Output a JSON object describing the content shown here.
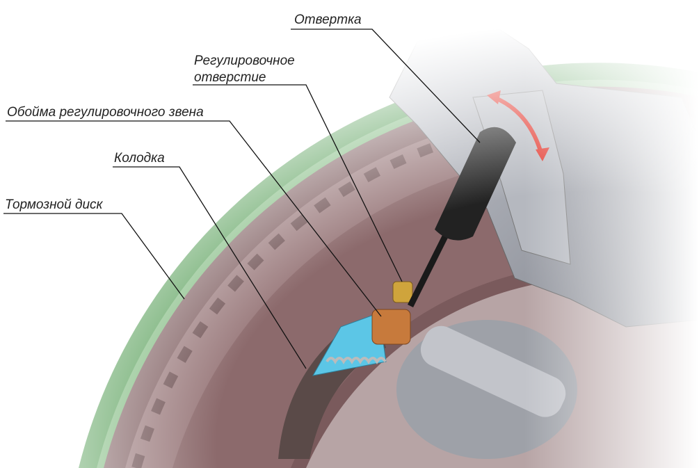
{
  "labels": {
    "screwdriver": "Отвертка",
    "adjust_hole_line1": "Регулировочное",
    "adjust_hole_line2": "отверстие",
    "adjuster_housing": "Обойма регулировочного звена",
    "brake_shoe": "Колодка",
    "brake_disc": "Тормозной диск"
  },
  "colors": {
    "green_shield": "#4f9a50",
    "disc": "#8c6a6c",
    "caliper": "#a7aab2",
    "shoe": "#5cc6e6",
    "adjuster": "#c77a3c",
    "arrow": "#e0261b"
  }
}
